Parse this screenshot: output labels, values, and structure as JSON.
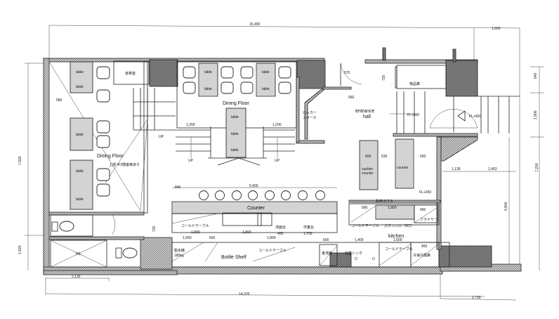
{
  "dimensions": {
    "top_total": "15,450",
    "top_right": "1,600",
    "left_total": "7,920",
    "left_lower": "1,920",
    "left_580": "580",
    "bottom_total": "14,370",
    "bottom_left": "2,135",
    "bottom_right": "2,730",
    "right_640": "640",
    "right_1900": "1,900",
    "right_7200": "7,200",
    "right_4800": "4,800",
    "stair_left": "1,200",
    "stair_right": "1,200",
    "door_570": "570",
    "door_560": "560",
    "door_720": "720",
    "counter_600": "600",
    "counter_530": "530",
    "counter_650": "650",
    "dim_1128": "1,128",
    "dim_1463": "1,463",
    "bar_845": "845",
    "bar_5900": "5,900",
    "bar_1800a": "1,800",
    "bar_1800b": "1,800",
    "bar_400": "400",
    "bar_1700": "1,700",
    "bar_1050": "1,050",
    "bar_600": "600",
    "bar_1800c": "1,800",
    "toilet_720": "720",
    "kit_600": "600",
    "kit_1400": "1,400",
    "kit_1800": "1,800",
    "kit_1600": "1,600",
    "kit_450": "450",
    "kit_450b": "450",
    "kit_900": "900"
  },
  "rooms": {
    "dining_left": "Dining Floor",
    "dining_center": "Dining Floor",
    "mezzanine_note": "上部 中2階客席あり",
    "storage_left": "倉庫室",
    "storage_right": "物品庫",
    "locker": [
      "ロッカー",
      "スペース"
    ],
    "entrance": [
      "entrance",
      "hall"
    ],
    "kitchen": "kitchen",
    "ps": "PS"
  },
  "stairs": {
    "up": "UP",
    "fl_left": "FL+900",
    "fl_right": "FL+900",
    "fl_kitchen": "FL+200"
  },
  "furniture": {
    "table": "table",
    "counter_bar": "Counter",
    "cashier": [
      "cashier",
      "counter"
    ],
    "counter": "counter",
    "cold_table": "コールドテーブル",
    "wash_table": "洗面台",
    "work_table": "作業台",
    "ice_maker": [
      "製氷機",
      "180kg"
    ],
    "bottle_shelf": "Bottle Shelf",
    "dishwasher": "食洗機",
    "work_sink": "作業シンク",
    "freezer": "冷凍冷蔵庫",
    "fryer": "フライヤー",
    "gas_range": "ガスコンロ（5口）",
    "heat_glass": "耐熱ガラス"
  }
}
